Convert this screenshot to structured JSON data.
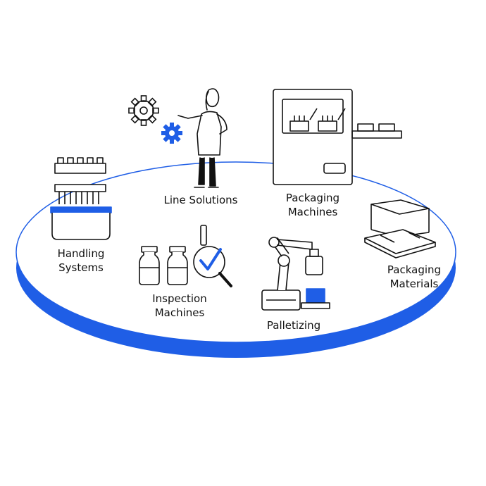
{
  "colors": {
    "accent": "#1f5ee6",
    "ink": "#111111",
    "background": "#ffffff"
  },
  "nodes": [
    {
      "id": "line-solutions",
      "lines": [
        "Line Solutions"
      ],
      "icons": [
        "gear-icon",
        "gear-icon",
        "engineer-icon"
      ]
    },
    {
      "id": "packaging-machines",
      "lines": [
        "Packaging",
        "Machines"
      ],
      "icons": [
        "packaging-machine-icon"
      ]
    },
    {
      "id": "handling-systems",
      "lines": [
        "Handling",
        "Systems"
      ],
      "icons": [
        "handling-system-icon"
      ]
    },
    {
      "id": "packaging-materials",
      "lines": [
        "Packaging",
        "Materials"
      ],
      "icons": [
        "open-box-icon"
      ]
    },
    {
      "id": "inspection-machines",
      "lines": [
        "Inspection",
        "Machines"
      ],
      "icons": [
        "vial-icon",
        "vial-icon",
        "magnifier-check-icon"
      ]
    },
    {
      "id": "palletizing",
      "lines": [
        "Palletizing"
      ],
      "icons": [
        "robot-arm-icon"
      ]
    }
  ]
}
